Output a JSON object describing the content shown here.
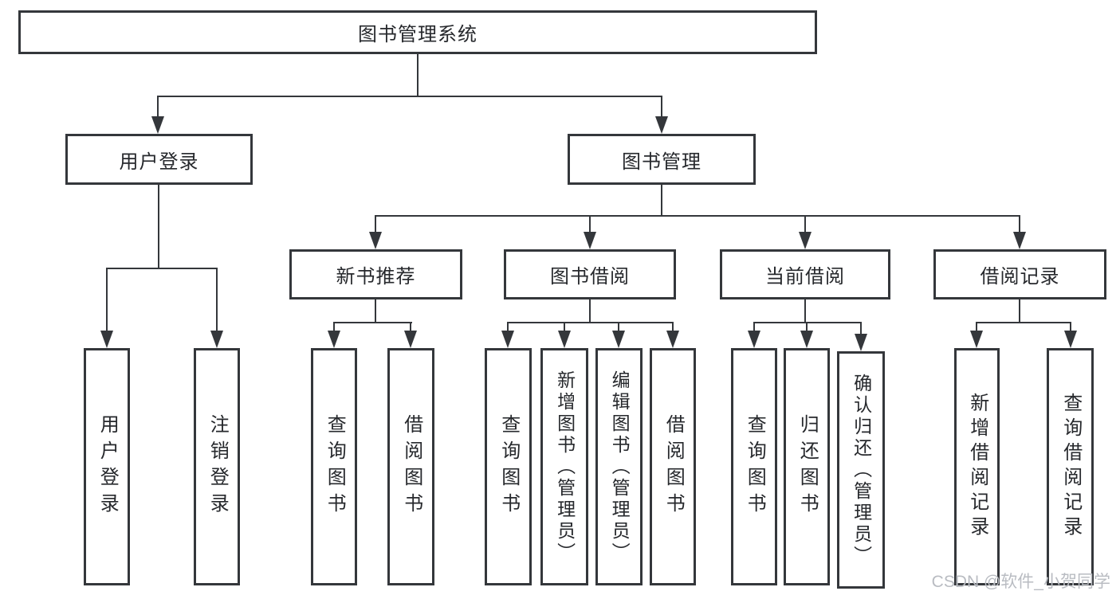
{
  "tree": {
    "label": "图书管理系统",
    "children": [
      {
        "label": "用户登录",
        "children": [
          {
            "label": "用户登录"
          },
          {
            "label": "注销登录"
          }
        ]
      },
      {
        "label": "图书管理",
        "children": [
          {
            "label": "新书推荐",
            "children": [
              {
                "label": "查询图书"
              },
              {
                "label": "借阅图书"
              }
            ]
          },
          {
            "label": "图书借阅",
            "children": [
              {
                "label": "查询图书"
              },
              {
                "label": "新增图书（管理员）"
              },
              {
                "label": "编辑图书（管理员）"
              },
              {
                "label": "借阅图书"
              }
            ]
          },
          {
            "label": "当前借阅",
            "children": [
              {
                "label": "查询图书"
              },
              {
                "label": "归还图书"
              },
              {
                "label": "确认归还（管理员）"
              }
            ]
          },
          {
            "label": "借阅记录",
            "children": [
              {
                "label": "新增借阅记录"
              },
              {
                "label": "查询借阅记录"
              }
            ]
          }
        ]
      }
    ]
  },
  "watermark": {
    "text": "CSDN @软件_小贺同学"
  },
  "colors": {
    "line": "#34373b",
    "box_border": "#34373b",
    "text": "#26282c",
    "background": "#ffffff",
    "watermark_text": "#b9bcc2"
  }
}
